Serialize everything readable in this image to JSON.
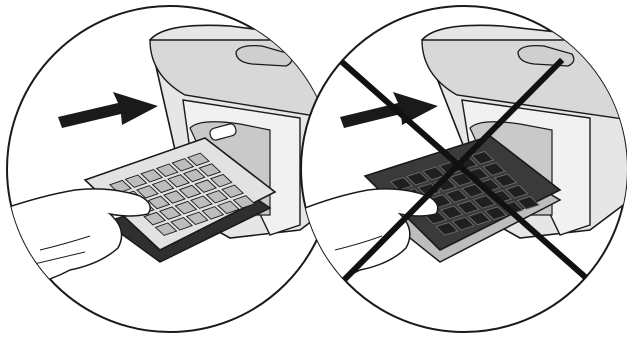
{
  "panels": [
    {
      "id": "correct",
      "description_icon": "insert-arrow-icon",
      "plate_side": "light-side-up",
      "crossed": false
    },
    {
      "id": "incorrect",
      "description_icon": "insert-arrow-icon",
      "plate_side": "dark-side-up",
      "crossed": true
    }
  ],
  "colors": {
    "outline": "#1a1a1a",
    "device_body": "#e6e6e6",
    "device_shade": "#c9c9c9",
    "plate_light": "#d6d6d6",
    "plate_dark": "#3a3a3a",
    "cross": "#111111",
    "background": "#ffffff"
  }
}
